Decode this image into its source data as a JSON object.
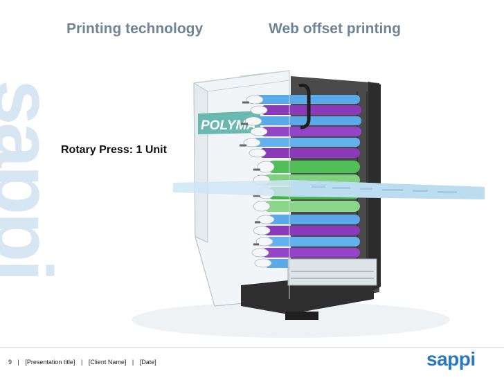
{
  "slide": {
    "watermark_logo": "sappi",
    "title_left": "Printing technology",
    "title_right": "Web offset printing",
    "caption": "Rotary Press: 1 Unit",
    "image": {
      "label_text": "POLYMA"
    },
    "footer": {
      "page_number": "9",
      "sep1": "|",
      "presentation_title": "[Presentation title]",
      "sep2": "|",
      "client_name": "[Client Name]",
      "sep3": "|",
      "date": "[Date]"
    },
    "brand": "sappi"
  },
  "colors": {
    "title": "#6f8595",
    "brand": "#2a78c0",
    "watermark": "#d6e6f3",
    "roller_blue": "#4a9be0",
    "roller_purple": "#8a3ab8",
    "roller_green": "#44b24a",
    "frame_dark": "#3a3a3a"
  }
}
